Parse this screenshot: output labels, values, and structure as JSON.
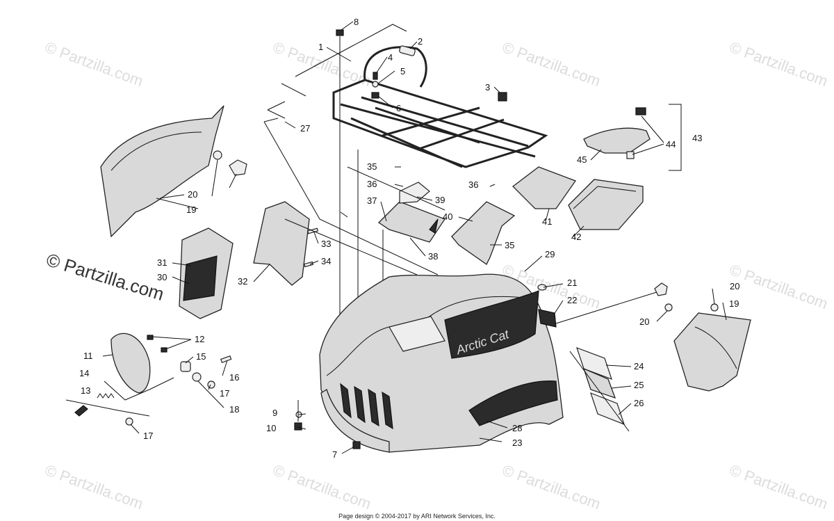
{
  "watermark": "© Partzilla.com",
  "footer_text": "Page design © 2004-2017 by ARI Network Services, Inc.",
  "decal_text": "Arctic Cat",
  "callouts": [
    "1",
    "2",
    "3",
    "4",
    "5",
    "6",
    "7",
    "8",
    "9",
    "10",
    "11",
    "12",
    "13",
    "14",
    "15",
    "16",
    "17",
    "17",
    "18",
    "19",
    "19",
    "20",
    "20",
    "20",
    "21",
    "22",
    "23",
    "24",
    "25",
    "26",
    "27",
    "28",
    "29",
    "30",
    "31",
    "32",
    "33",
    "34",
    "35",
    "35",
    "36",
    "36",
    "37",
    "38",
    "39",
    "40",
    "41",
    "42",
    "43",
    "44",
    "45"
  ]
}
